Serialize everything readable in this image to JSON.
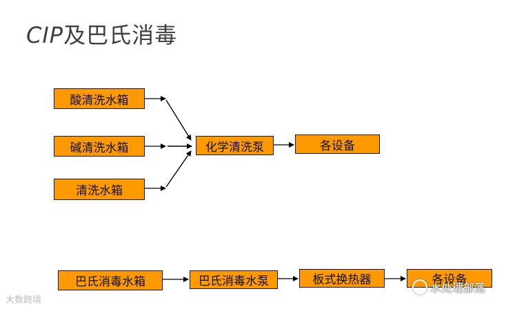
{
  "title_latin": "CIP",
  "title_rest": "及巴氏消毒",
  "cip": {
    "tank_acid": "酸清洗水箱",
    "tank_alkali": "碱清洗水箱",
    "tank_rinse": "清洗水箱",
    "pump": "化学清洗泵",
    "equipment": "各设备"
  },
  "pasteur": {
    "tank": "巴氏消毒水箱",
    "pump": "巴氏消毒水泵",
    "exchanger": "板式换热器",
    "equipment": "各设备"
  },
  "watermarks": {
    "left": "大数跨境",
    "right": "水处理部落"
  },
  "colors": {
    "box_fill": "#ff9900",
    "box_border": "#1a1a1a",
    "arrow": "#000000"
  }
}
